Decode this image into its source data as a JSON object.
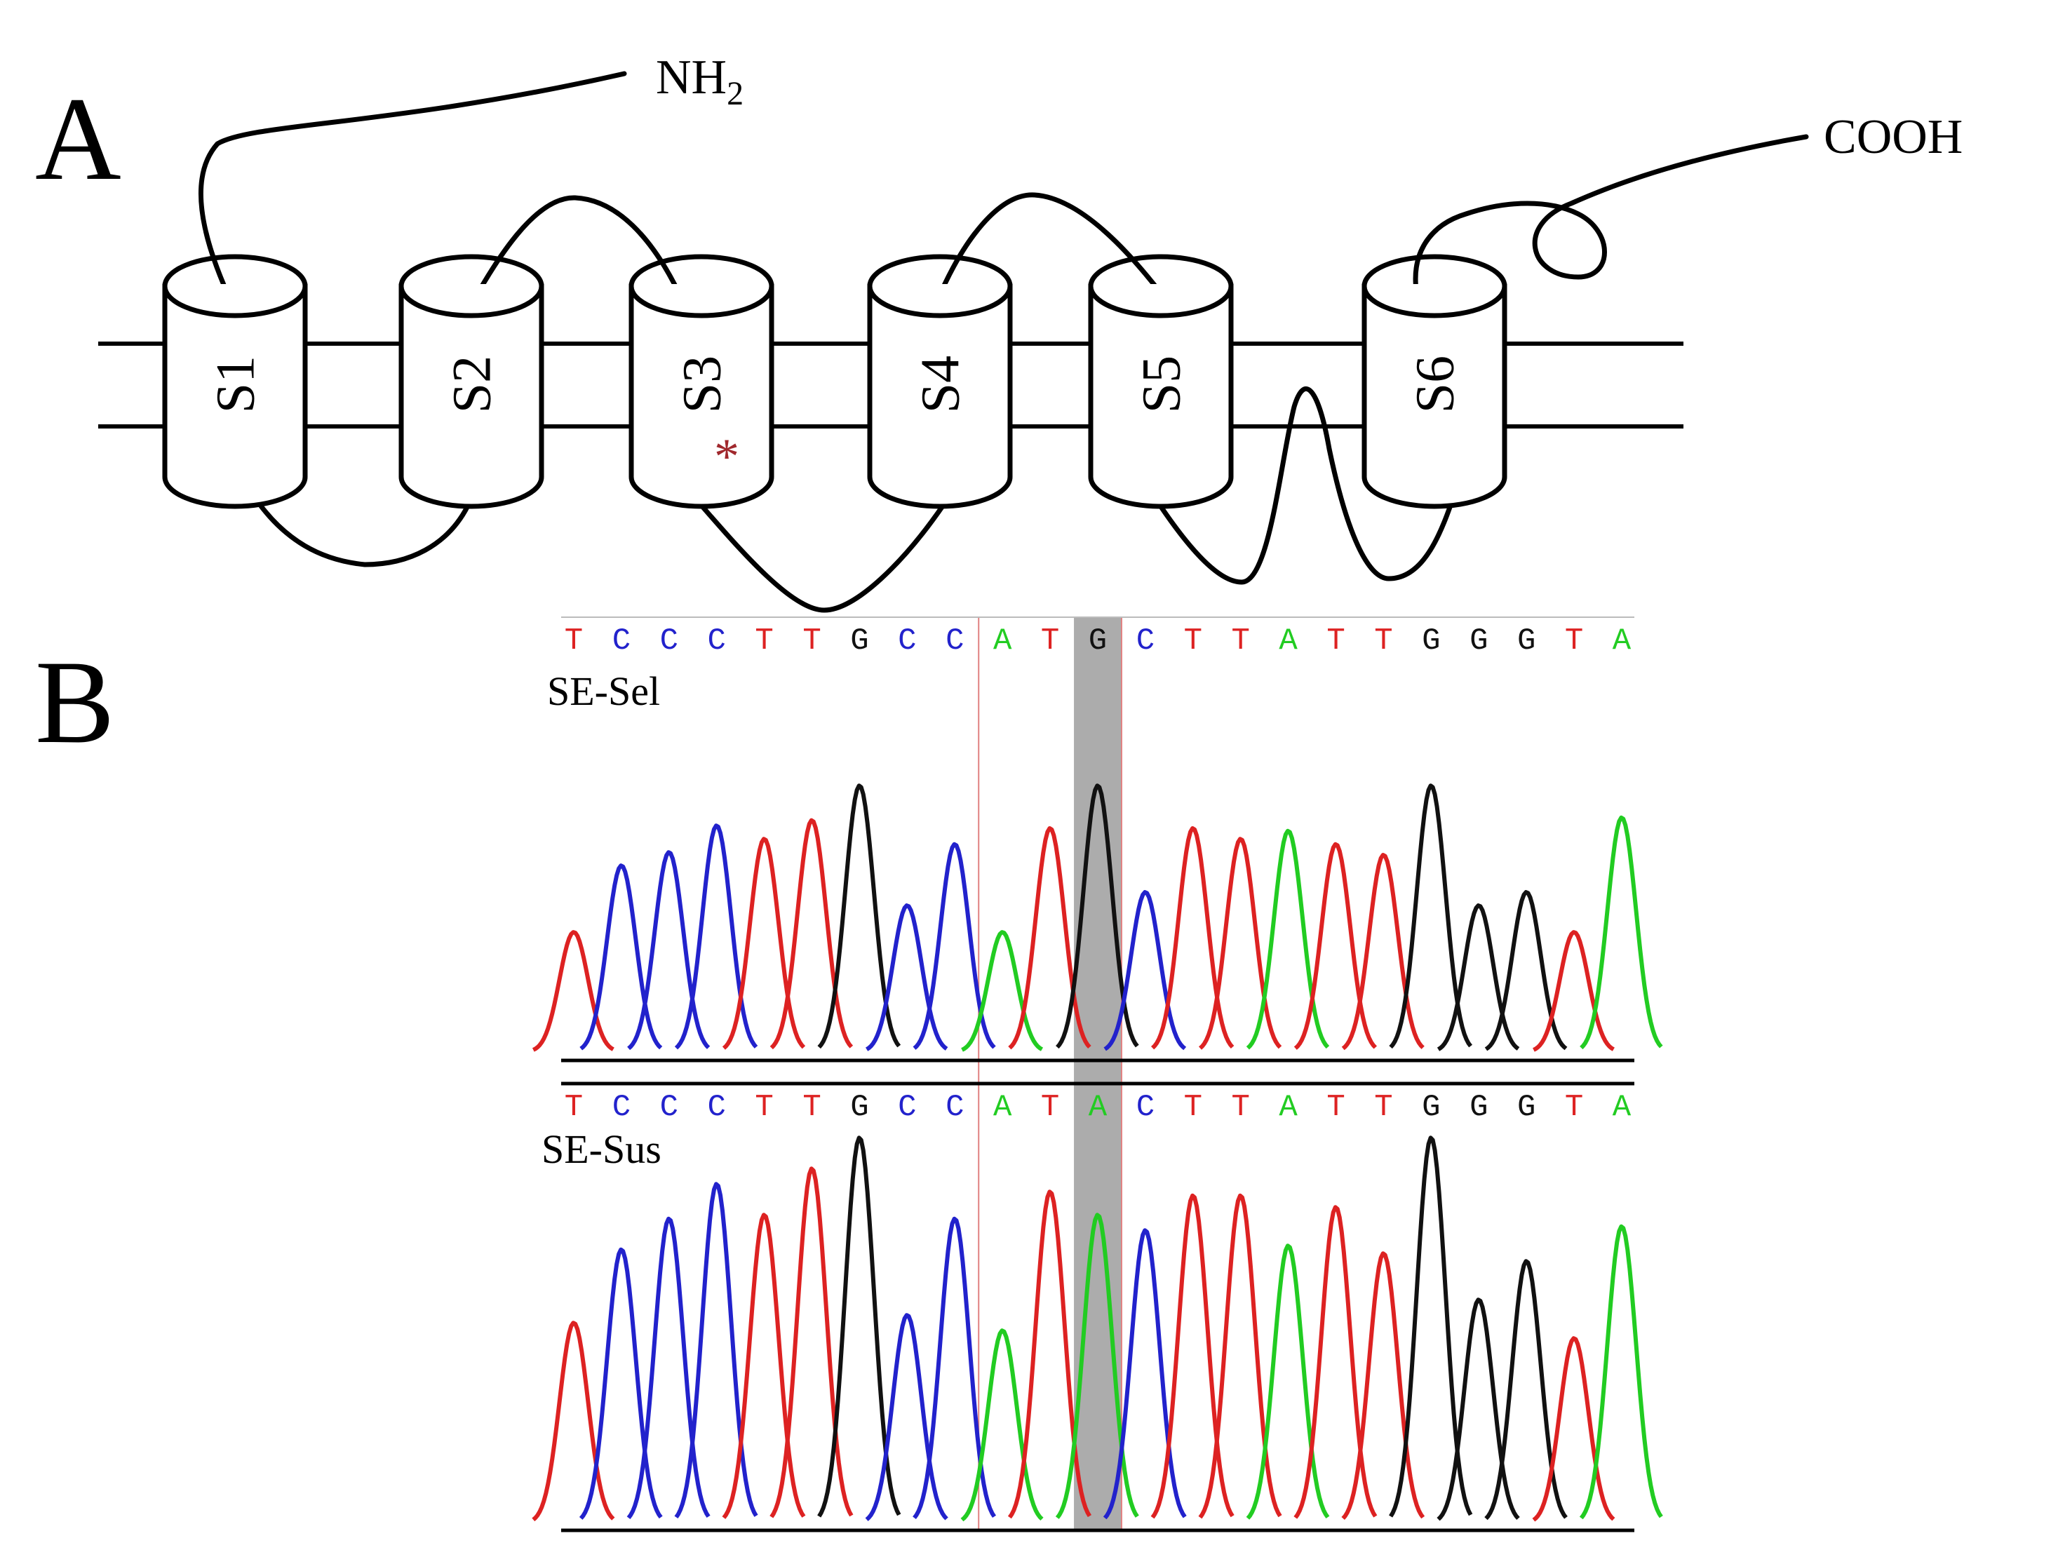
{
  "panel_a": {
    "label": "A",
    "n_terminus": "NH",
    "n_terminus_sub": "2",
    "c_terminus": "COOH",
    "segments": [
      "S1",
      "S2",
      "S3",
      "S4",
      "S5",
      "S6"
    ],
    "mutation_marker": "*",
    "mutation_segment": "S3",
    "marker_color": "#a0282d"
  },
  "panel_b": {
    "label": "B",
    "highlight_index": 11,
    "box_range": [
      9,
      11
    ],
    "base_colors": {
      "A": "#22cc22",
      "T": "#dd2222",
      "G": "#111111",
      "C": "#2222cc"
    },
    "box_color": "#e08080",
    "highlight_color": "#a8a8a8",
    "traces": [
      {
        "name": "SE-Sel",
        "sequence": [
          "T",
          "C",
          "C",
          "C",
          "T",
          "T",
          "G",
          "C",
          "C",
          "A",
          "T",
          "G",
          "C",
          "T",
          "T",
          "A",
          "T",
          "T",
          "G",
          "G",
          "G",
          "T",
          "A"
        ],
        "peaks": [
          0.45,
          0.7,
          0.75,
          0.85,
          0.8,
          0.87,
          1.0,
          0.55,
          0.78,
          0.45,
          0.84,
          1.0,
          0.6,
          0.84,
          0.8,
          0.83,
          0.78,
          0.74,
          1.0,
          0.55,
          0.6,
          0.45,
          0.88
        ]
      },
      {
        "name": "SE-Sus",
        "sequence": [
          "T",
          "C",
          "C",
          "C",
          "T",
          "T",
          "G",
          "C",
          "C",
          "A",
          "T",
          "A",
          "C",
          "T",
          "T",
          "A",
          "T",
          "T",
          "G",
          "G",
          "G",
          "T",
          "A"
        ],
        "peaks": [
          0.52,
          0.71,
          0.79,
          0.88,
          0.8,
          0.92,
          1.0,
          0.54,
          0.79,
          0.5,
          0.86,
          0.8,
          0.76,
          0.85,
          0.85,
          0.72,
          0.82,
          0.7,
          1.0,
          0.58,
          0.68,
          0.48,
          0.77
        ]
      }
    ]
  }
}
